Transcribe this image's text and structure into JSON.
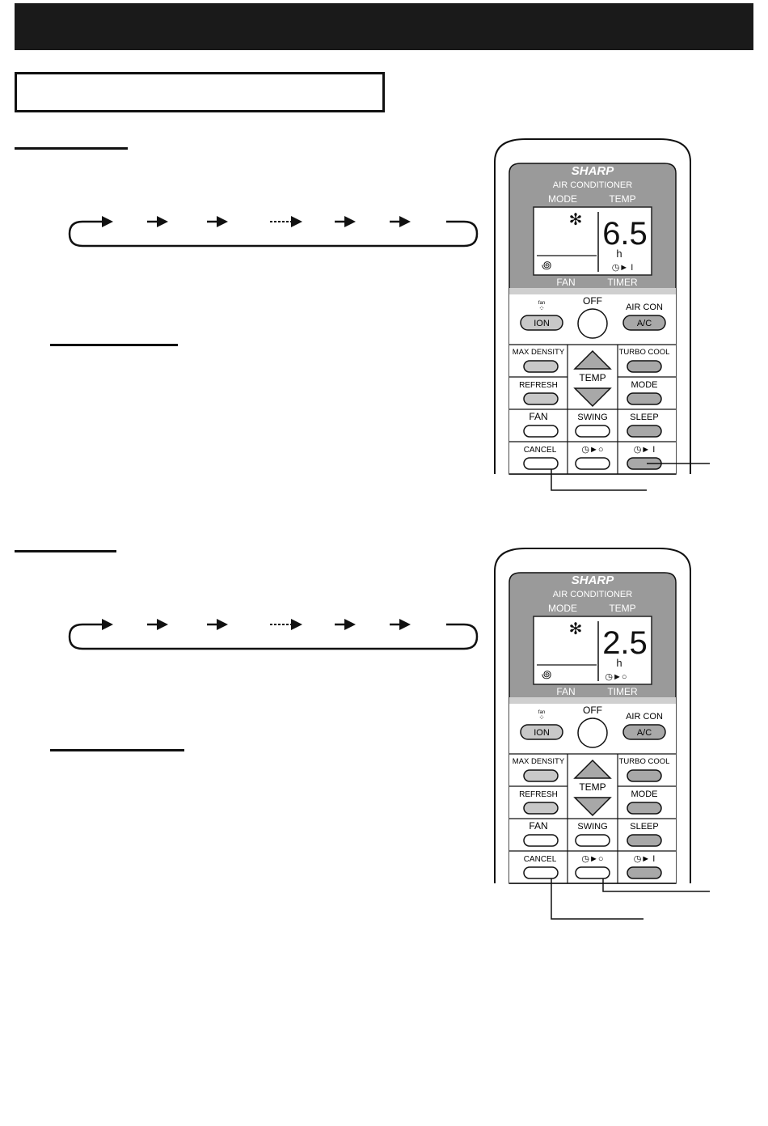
{
  "remotes": [
    {
      "brand": "SHARP",
      "subtitle": "AIR CONDITIONER",
      "lcd_top_left": "MODE",
      "lcd_top_right": "TEMP",
      "lcd_bottom_left": "FAN",
      "lcd_bottom_right": "TIMER",
      "display_value": "6.5",
      "display_unit": "h",
      "timer_symbol": "◷► I",
      "ion_top": "fan",
      "ion_label": "ION",
      "off_label": "OFF",
      "aircon_label": "AIR CON",
      "ac_button": "A/C",
      "max_density": "MAX DENSITY",
      "temp": "TEMP",
      "turbo_cool": "TURBO COOL",
      "refresh": "REFRESH",
      "mode": "MODE",
      "fan": "FAN",
      "swing": "SWING",
      "sleep": "SLEEP",
      "cancel": "CANCEL",
      "timer_off_label": "◷►○",
      "timer_on_label": "◷► I"
    },
    {
      "brand": "SHARP",
      "subtitle": "AIR CONDITIONER",
      "lcd_top_left": "MODE",
      "lcd_top_right": "TEMP",
      "lcd_bottom_left": "FAN",
      "lcd_bottom_right": "TIMER",
      "display_value": "2.5",
      "display_unit": "h",
      "timer_symbol": "◷►○",
      "ion_top": "fan",
      "ion_label": "ION",
      "off_label": "OFF",
      "aircon_label": "AIR CON",
      "ac_button": "A/C",
      "max_density": "MAX DENSITY",
      "temp": "TEMP",
      "turbo_cool": "TURBO COOL",
      "refresh": "REFRESH",
      "mode": "MODE",
      "fan": "FAN",
      "swing": "SWING",
      "sleep": "SLEEP",
      "cancel": "CANCEL",
      "timer_off_label": "◷►○",
      "timer_on_label": "◷► I"
    }
  ],
  "colors": {
    "header_bar": "#1a1a1a",
    "remote_panel": "#9a9a9a",
    "lcd": "#ffffff",
    "button_gray": "#c8c8c8",
    "button_dark": "#a8a8a8"
  }
}
